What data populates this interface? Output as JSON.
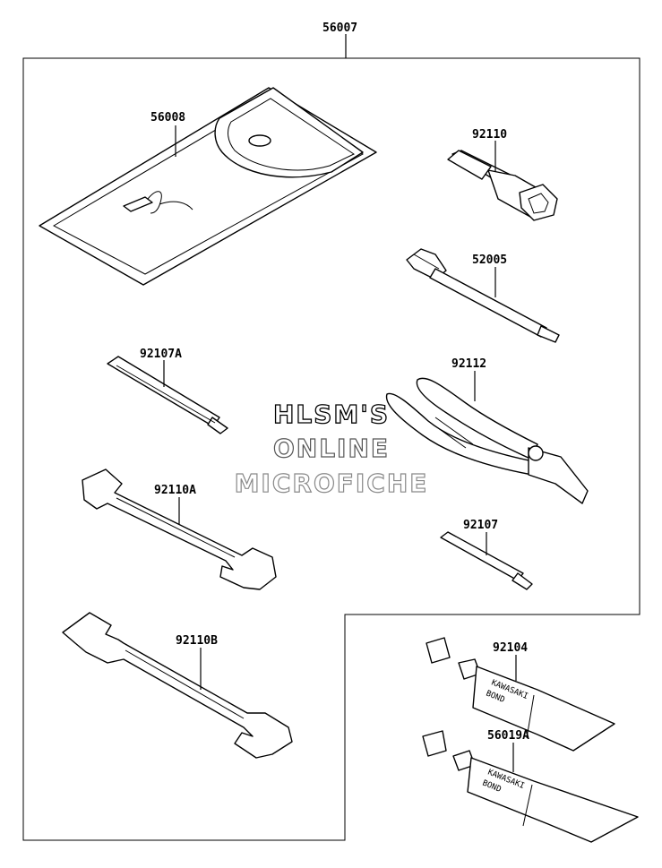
{
  "assembly": {
    "number": "56007"
  },
  "parts": {
    "pouch": "56008",
    "socket_wrench": "92110",
    "screwdriver_handle": "52005",
    "screwdriver_large": "92107A",
    "pliers": "92112",
    "wrench_a": "92110A",
    "screwdriver_small": "92107",
    "wrench_b": "92110B",
    "bond_tube_1": "92104",
    "bond_tube_2": "56019A"
  },
  "tube_print": {
    "line1": "KAWASAKI",
    "line2": "BOND"
  },
  "watermark": {
    "line1": "HLSM'S",
    "line2": "ONLINE",
    "line3": "MICROFICHE"
  }
}
